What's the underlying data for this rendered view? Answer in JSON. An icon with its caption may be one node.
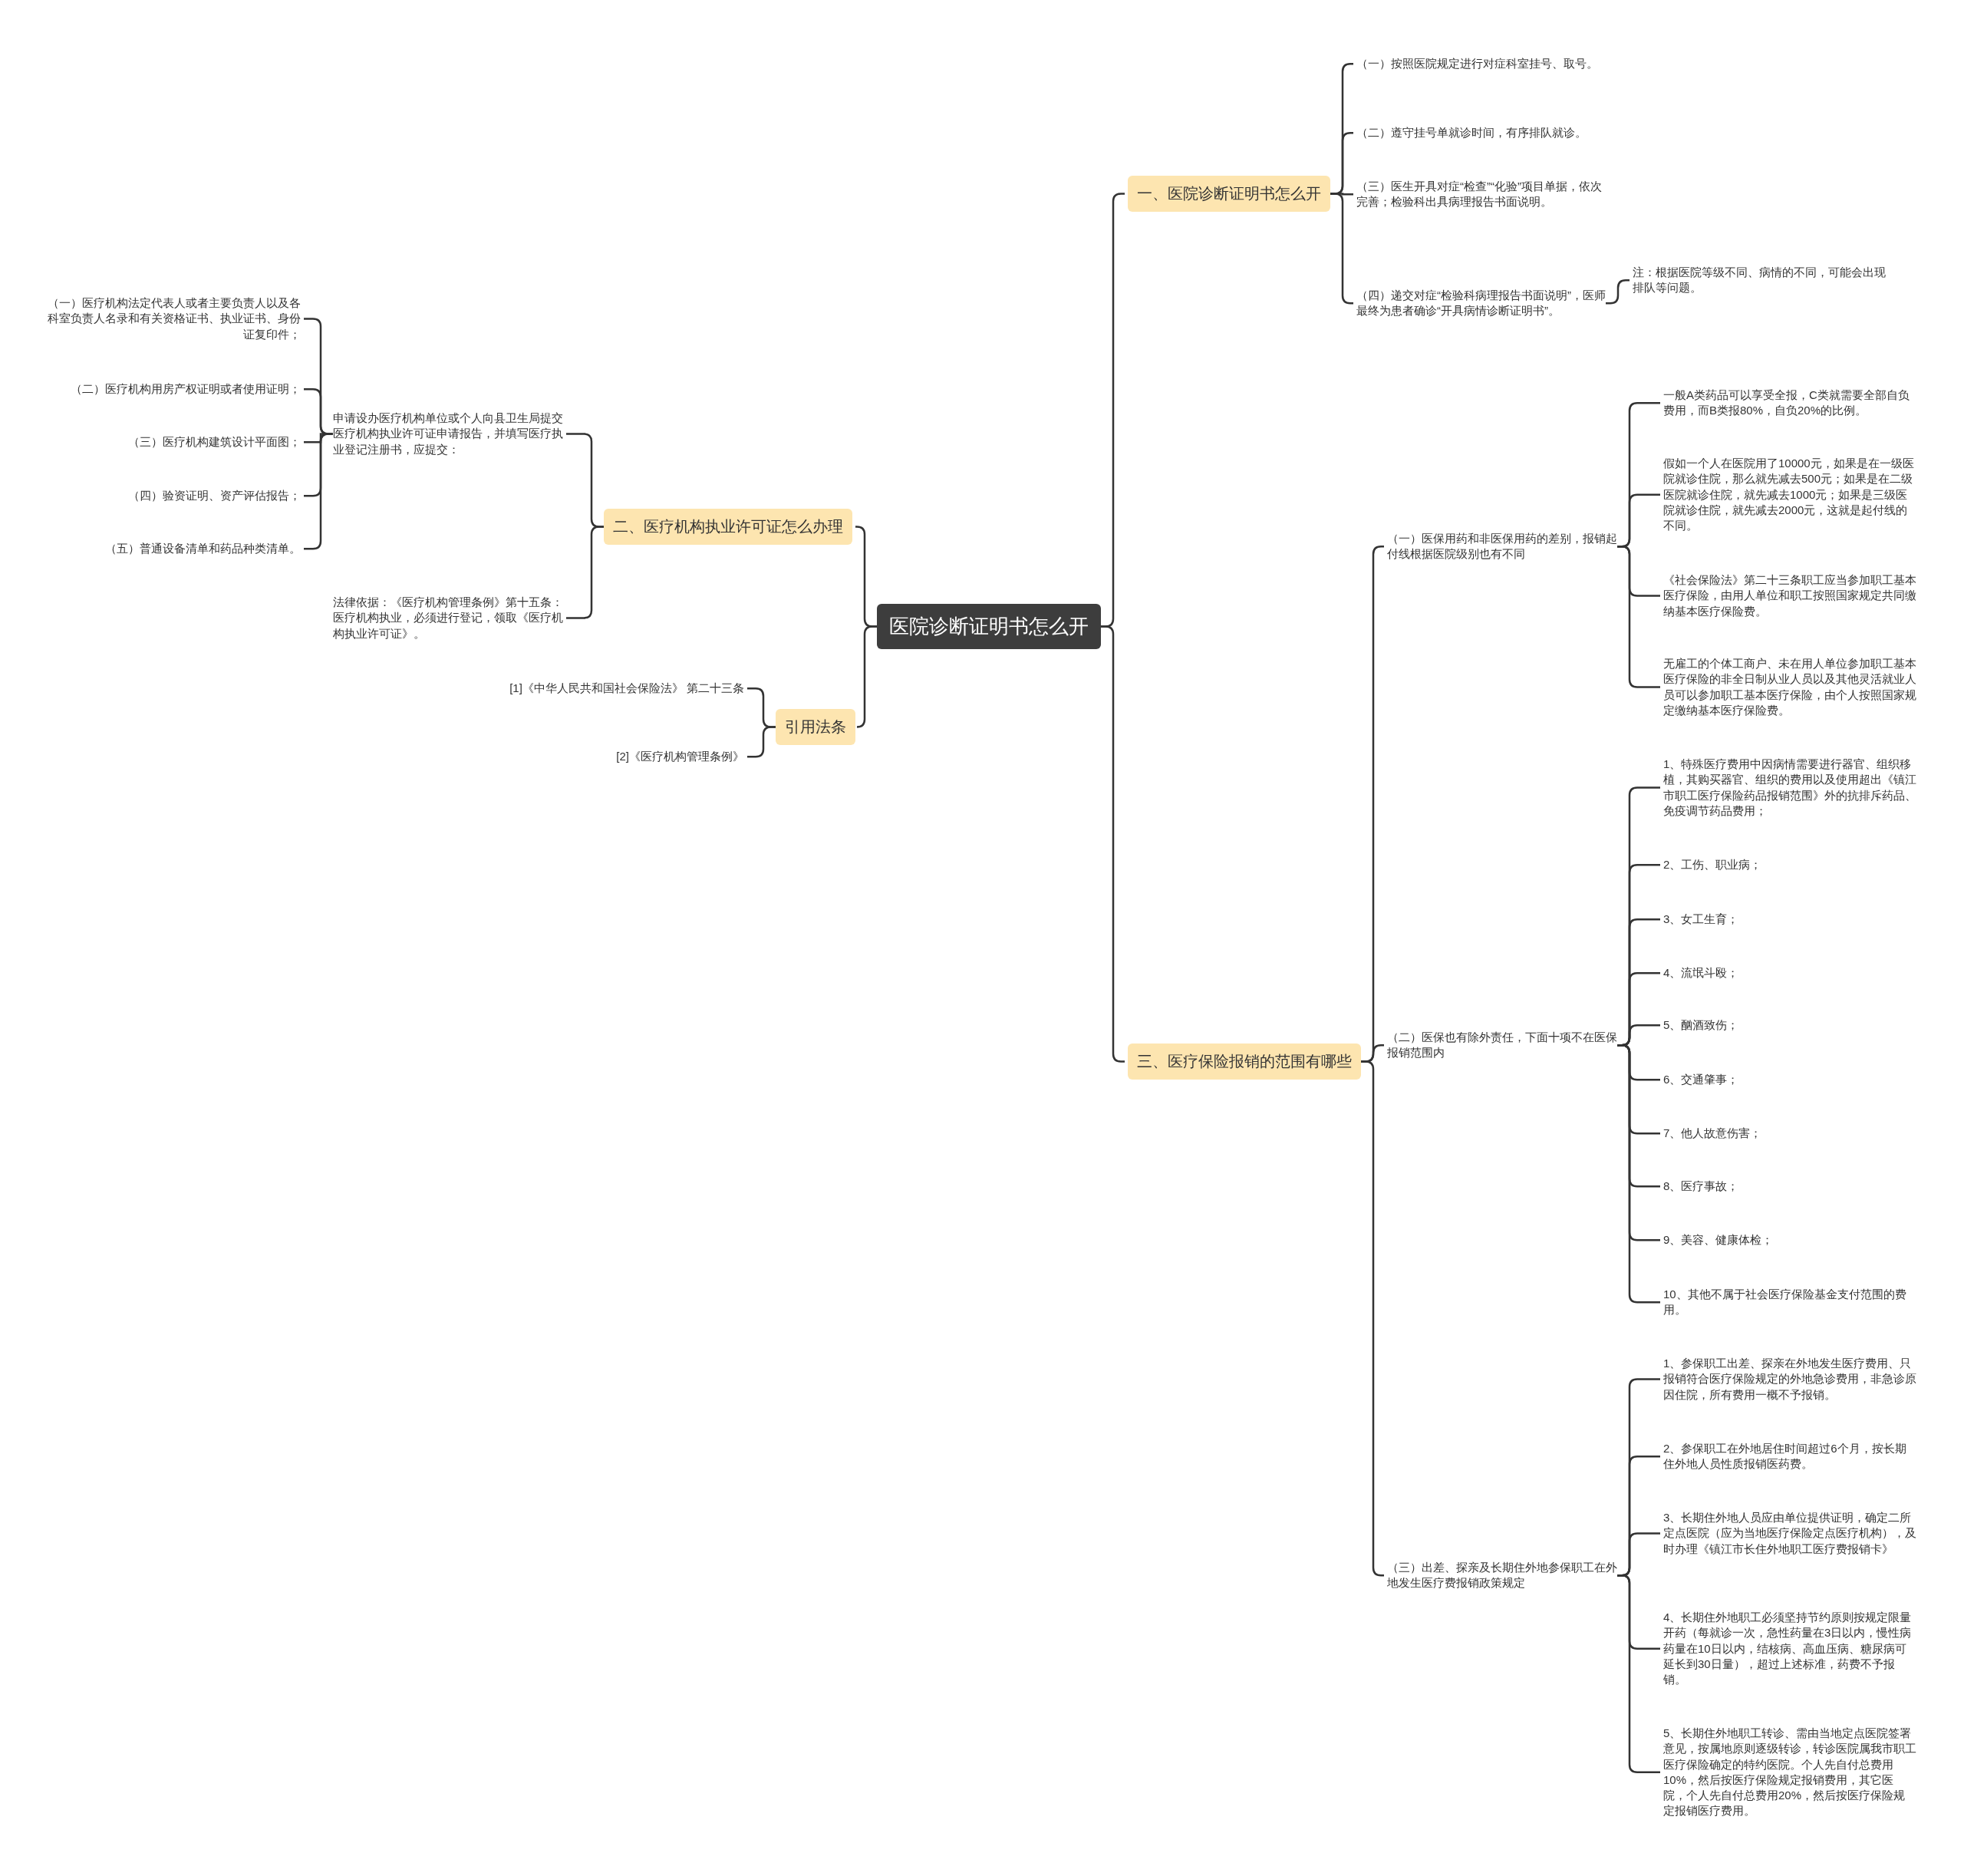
{
  "diagram": {
    "nodes": [
      {
        "text": [
          "医院诊断证明书怎么开"
        ]
      },
      {
        "text": [
          "一、医院诊断证明书怎么开"
        ]
      },
      {
        "text": [
          "（一）按照医院规定进行对症科室挂号、取号。"
        ]
      },
      {
        "text": [
          "（二）遵守挂号单就诊时间，有序排队就诊。"
        ]
      },
      {
        "text": [
          "（三）医生开具对症“检查”“化验”项目单据，依次完善；检验科出具病理报告书面说明。"
        ]
      },
      {
        "text": [
          "（四）递交对症“检验科病理报告书面说明”，医师最终为患者确诊“开具病情诊断证明书”。"
        ]
      },
      {
        "text": [
          "注：根据医院等级不同、病情的不同，可能会出现排队等问题。"
        ]
      },
      {
        "text": [
          "二、医疗机构执业许可证怎么办理"
        ]
      },
      {
        "text": [
          "申请设办医疗机构单位或个人向县卫生局提交医疗机构执业许可证申请报告，并填写医疗执业登记注册书，应提交："
        ]
      },
      {
        "text": [
          "（一）医疗机构法定代表人或者主要负责人以及各科室负责人名录和有关资格证书、执业证书、身份证复印件；"
        ]
      },
      {
        "text": [
          "（二）医疗机构用房产权证明或者使用证明；"
        ]
      },
      {
        "text": [
          "（三）医疗机构建筑设计平面图；"
        ]
      },
      {
        "text": [
          "（四）验资证明、资产评估报告；"
        ]
      },
      {
        "text": [
          "（五）普通设备清单和药品种类清单。"
        ]
      },
      {
        "text": [
          "法律依据：《医疗机构管理条例》第十五条：医疗机构执业，必须进行登记，领取《医疗机构执业许可证》。"
        ]
      },
      {
        "text": [
          "引用法条"
        ]
      },
      {
        "text": [
          "[1]《中华人民共和国社会保险法》 第二十三条"
        ]
      },
      {
        "text": [
          "[2]《医疗机构管理条例》"
        ]
      },
      {
        "text": [
          "三、医疗保险报销的范围有哪些"
        ]
      },
      {
        "text": [
          "（一）医保用药和非医保用药的差别，报销起付线根据医院级别也有不同"
        ]
      },
      {
        "text": [
          "一般A类药品可以享受全报，C类就需要全部自负费用，而B类报80%，自负20%的比例。"
        ]
      },
      {
        "text": [
          "假如一个人在医院用了10000元，如果是在一级医院就诊住院，那么就先减去500元；如果是在二级医院就诊住院，就先减去1000元；如果是三级医院就诊住院，就先减去2000元，这就是起付线的不同。"
        ]
      },
      {
        "text": [
          "《社会保险法》第二十三条职工应当参加职工基本医疗保险，由用人单位和职工按照国家规定共同缴纳基本医疗保险费。"
        ]
      },
      {
        "text": [
          "无雇工的个体工商户、未在用人单位参加职工基本医疗保险的非全日制从业人员以及其他灵活就业人员可以参加职工基本医疗保险，由个人按照国家规定缴纳基本医疗保险费。"
        ]
      },
      {
        "text": [
          "（二）医保也有除外责任，下面十项不在医保报销范围内"
        ]
      },
      {
        "text": [
          "1、特殊医疗费用中因病情需要进行器官、组织移植，其购买器官、组织的费用以及使用超出《镇江市职工医疗保险药品报销范围》外的抗排斥药品、免疫调节药品费用；"
        ]
      },
      {
        "text": [
          "2、工伤、职业病；"
        ]
      },
      {
        "text": [
          "3、女工生育；"
        ]
      },
      {
        "text": [
          "4、流氓斗殴；"
        ]
      },
      {
        "text": [
          "5、酗酒致伤；"
        ]
      },
      {
        "text": [
          "6、交通肇事；"
        ]
      },
      {
        "text": [
          "7、他人故意伤害；"
        ]
      },
      {
        "text": [
          "8、医疗事故；"
        ]
      },
      {
        "text": [
          "9、美容、健康体检；"
        ]
      },
      {
        "text": [
          "10、其他不属于社会医疗保险基金支付范围的费用。"
        ]
      },
      {
        "text": [
          "（三）出差、探亲及长期住外地参保职工在外地发生医疗费报销政策规定"
        ]
      },
      {
        "text": [
          "1、参保职工出差、探亲在外地发生医疗费用、只报销符合医疗保险规定的外地急诊费用，非急诊原因住院，所有费用一概不予报销。"
        ]
      },
      {
        "text": [
          "2、参保职工在外地居住时间超过6个月，按长期住外地人员性质报销医药费。"
        ]
      },
      {
        "text": [
          "3、长期住外地人员应由单位提供证明，确定二所定点医院（应为当地医疗保险定点医疗机构），及时办理《镇江市长住外地职工医疗费报销卡》"
        ]
      },
      {
        "text": [
          "4、长期住外地职工必须坚持节约原则按规定限量开药（每就诊一次，急性药量在3日以内，慢性病药量在10日以内，结核病、高血压病、糖尿病可延长到30日量），超过上述标准，药费不予报销。"
        ]
      },
      {
        "text": [
          "5、长期住外地职工转诊、需由当地定点医院签署意见，按属地原则逐级转诊，转诊医院属我市职工医疗保险确定的特约医院。个人先自付总费用10%，然后按医疗保险规定报销费用，其它医院，个人先自付总费用20%，然后按医疗保险规定报销医疗费用。"
        ]
      }
    ],
    "edges": [
      {
        "from": 0,
        "to": 1,
        "arrow": "none"
      },
      {
        "from": 0,
        "to": 7,
        "arrow": "none"
      },
      {
        "from": 0,
        "to": 15,
        "arrow": "none"
      },
      {
        "from": 0,
        "to": 18,
        "arrow": "none"
      },
      {
        "from": 1,
        "to": 2,
        "arrow": "none"
      },
      {
        "from": 1,
        "to": 3,
        "arrow": "none"
      },
      {
        "from": 1,
        "to": 4,
        "arrow": "none"
      },
      {
        "from": 1,
        "to": 5,
        "arrow": "none"
      },
      {
        "from": 5,
        "to": 6,
        "arrow": "none"
      },
      {
        "from": 7,
        "to": 8,
        "arrow": "none"
      },
      {
        "from": 7,
        "to": 14,
        "arrow": "none"
      },
      {
        "from": 8,
        "to": 9,
        "arrow": "none"
      },
      {
        "from": 8,
        "to": 10,
        "arrow": "none"
      },
      {
        "from": 8,
        "to": 11,
        "arrow": "none"
      },
      {
        "from": 8,
        "to": 12,
        "arrow": "none"
      },
      {
        "from": 8,
        "to": 13,
        "arrow": "none"
      },
      {
        "from": 15,
        "to": 16,
        "arrow": "none"
      },
      {
        "from": 15,
        "to": 17,
        "arrow": "none"
      },
      {
        "from": 18,
        "to": 19,
        "arrow": "none"
      },
      {
        "from": 18,
        "to": 24,
        "arrow": "none"
      },
      {
        "from": 18,
        "to": 35,
        "arrow": "none"
      },
      {
        "from": 19,
        "to": 20,
        "arrow": "none"
      },
      {
        "from": 19,
        "to": 21,
        "arrow": "none"
      },
      {
        "from": 19,
        "to": 22,
        "arrow": "none"
      },
      {
        "from": 19,
        "to": 23,
        "arrow": "none"
      },
      {
        "from": 24,
        "to": 25,
        "arrow": "none"
      },
      {
        "from": 24,
        "to": 26,
        "arrow": "none"
      },
      {
        "from": 24,
        "to": 27,
        "arrow": "none"
      },
      {
        "from": 24,
        "to": 28,
        "arrow": "none"
      },
      {
        "from": 24,
        "to": 29,
        "arrow": "none"
      },
      {
        "from": 24,
        "to": 30,
        "arrow": "none"
      },
      {
        "from": 24,
        "to": 31,
        "arrow": "none"
      },
      {
        "from": 24,
        "to": 32,
        "arrow": "none"
      },
      {
        "from": 24,
        "to": 33,
        "arrow": "none"
      },
      {
        "from": 24,
        "to": 34,
        "arrow": "none"
      },
      {
        "from": 35,
        "to": 36,
        "arrow": "none"
      },
      {
        "from": 35,
        "to": 37,
        "arrow": "none"
      },
      {
        "from": 35,
        "to": 38,
        "arrow": "none"
      },
      {
        "from": 35,
        "to": 39,
        "arrow": "none"
      },
      {
        "from": 35,
        "to": 40,
        "arrow": "none"
      }
    ]
  }
}
